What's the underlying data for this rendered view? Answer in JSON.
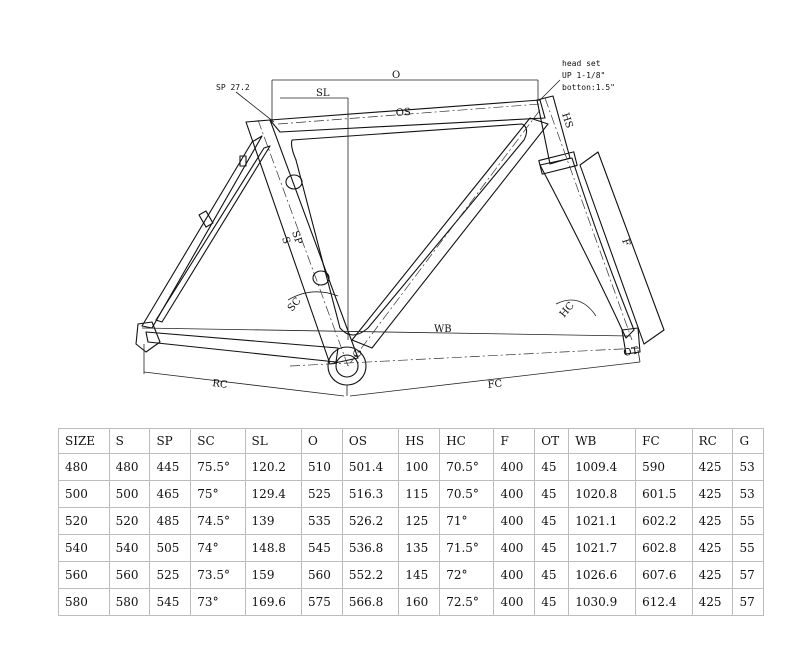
{
  "labels": {
    "O": "O",
    "SL": "SL",
    "OS": "OS",
    "HS": "HS",
    "SP": "SP",
    "S": "S",
    "SC": "SC",
    "F": "F",
    "HC": "HC",
    "WB": "WB",
    "RC": "RC",
    "FC": "FC",
    "OT": "OT",
    "G": "G",
    "sp_spec": "SP 27.2",
    "headset_title": "head set",
    "headset_up": "UP 1-1/8\"",
    "headset_bottom": "botton:1.5\""
  },
  "table": {
    "headers": [
      "SIZE",
      "S",
      "SP",
      "SC",
      "SL",
      "O",
      "OS",
      "HS",
      "HC",
      "F",
      "OT",
      "WB",
      "FC",
      "RC",
      "G"
    ],
    "rows": [
      [
        "480",
        "480",
        "445",
        "75.5°",
        "120.2",
        "510",
        "501.4",
        "100",
        "70.5°",
        "400",
        "45",
        "1009.4",
        "590",
        "425",
        "53"
      ],
      [
        "500",
        "500",
        "465",
        "75°",
        "129.4",
        "525",
        "516.3",
        "115",
        "70.5°",
        "400",
        "45",
        "1020.8",
        "601.5",
        "425",
        "53"
      ],
      [
        "520",
        "520",
        "485",
        "74.5°",
        "139",
        "535",
        "526.2",
        "125",
        "71°",
        "400",
        "45",
        "1021.1",
        "602.2",
        "425",
        "55"
      ],
      [
        "540",
        "540",
        "505",
        "74°",
        "148.8",
        "545",
        "536.8",
        "135",
        "71.5°",
        "400",
        "45",
        "1021.7",
        "602.8",
        "425",
        "55"
      ],
      [
        "560",
        "560",
        "525",
        "73.5°",
        "159",
        "560",
        "552.2",
        "145",
        "72°",
        "400",
        "45",
        "1026.6",
        "607.6",
        "425",
        "57"
      ],
      [
        "580",
        "580",
        "545",
        "73°",
        "169.6",
        "575",
        "566.8",
        "160",
        "72.5°",
        "400",
        "45",
        "1030.9",
        "612.4",
        "425",
        "57"
      ]
    ]
  }
}
